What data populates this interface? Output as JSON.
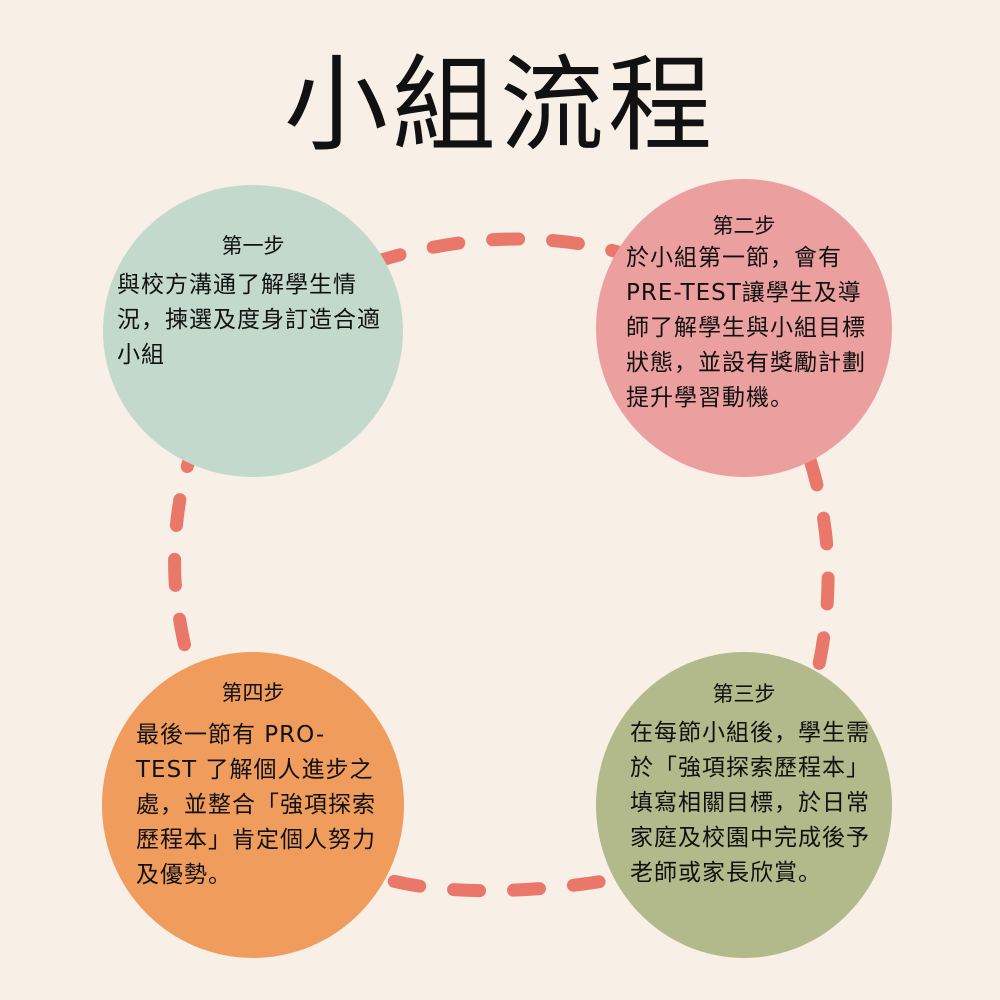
{
  "title": "小組流程",
  "colors": {
    "background": "#f8efe7",
    "dash": "#e9786a",
    "step1": "#c3d9cc",
    "step2": "#ec9f9f",
    "step3": "#b2b98a",
    "step4": "#f09c5c"
  },
  "steps": [
    {
      "label": "第一步",
      "text": "與校方溝通了解學生情況，揀選及度身訂造合適小組"
    },
    {
      "label": "第二步",
      "text": "於小組第一節，會有PRE-TEST讓學生及導師了解學生與小組目標狀態，並設有獎勵計劃提升學習動機。"
    },
    {
      "label": "第三步",
      "text": "在每節小組後，學生需於「強項探索歷程本」填寫相關目標，於日常家庭及校園中完成後予老師或家長欣賞。"
    },
    {
      "label": "第四步",
      "text": "最後一節有 PRO-TEST 了解個人進步之處，並整合「強項探索歷程本」肯定個人努力及優勢。"
    }
  ]
}
